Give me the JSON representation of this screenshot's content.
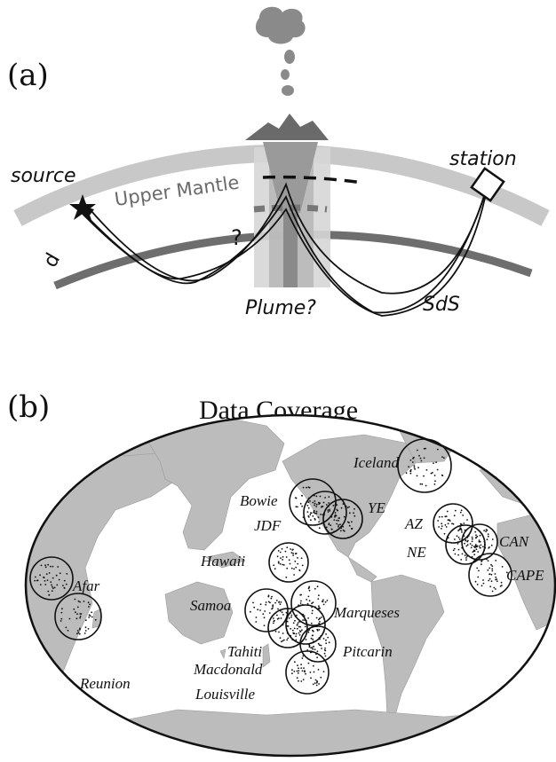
{
  "panel_a": {
    "label": "(a)",
    "source_label": "source",
    "station_label": "station",
    "upper_mantle_label": "Upper Mantle",
    "question_label": "?",
    "d_label": "d",
    "plume_label": "Plume?",
    "sds_label": "SdS"
  },
  "panel_b": {
    "label": "(b)",
    "title": "Data Coverage",
    "sites": [
      "Iceland",
      "Bowie",
      "YE",
      "JDF",
      "AZ",
      "CAN",
      "NE",
      "CAPE",
      "Hawaii",
      "Afar",
      "Samoa",
      "Marqueses",
      "Tahiti",
      "Pitcarin",
      "Macdonald",
      "Reunion",
      "Louisville"
    ]
  },
  "colors": {
    "crust": "#c8c8c8",
    "discontinuity": "#6e6e6e",
    "plume_outer": "#d0d0d0",
    "plume_inner": "#b4b4b4",
    "plume_core": "#8c8c8c",
    "volcano": "#6a6a6a",
    "land": "#bcbcbc",
    "ocean": "#ffffff"
  }
}
